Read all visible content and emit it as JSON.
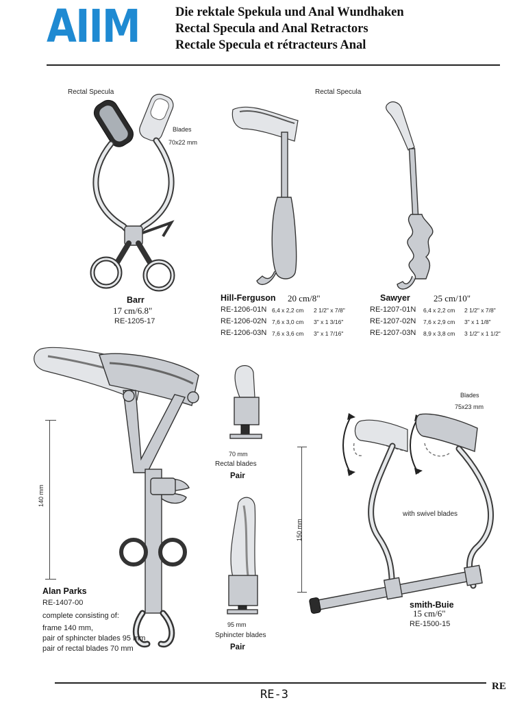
{
  "header": {
    "logo": "AIIM",
    "title_de": "Die rektale Spekula und Anal Wundhaken",
    "title_en": "Rectal Specula and Anal Retractors",
    "title_fr": "Rectale Specula et rétracteurs Anal"
  },
  "barr": {
    "section_label": "Rectal Specula",
    "blades_label": "Blades",
    "blades_dim": "70x22 mm",
    "name": "Barr",
    "size": "17 cm/6.8\"",
    "code": "RE-1205-17"
  },
  "specula_section_label": "Rectal Specula",
  "hill_ferguson": {
    "name": "Hill-Ferguson",
    "size": "20 cm/8\"",
    "rows": [
      {
        "code": "RE-1206-01N",
        "metric": "6,4 x 2,2 cm",
        "inch": "2 1/2\" x 7/8\""
      },
      {
        "code": "RE-1206-02N",
        "metric": "7,6 x 3,0 cm",
        "inch": "3\" x 1 3/16\""
      },
      {
        "code": "RE-1206-03N",
        "metric": "7,6 x 3,6 cm",
        "inch": "3\" x 1 7/16\""
      }
    ]
  },
  "sawyer": {
    "name": "Sawyer",
    "size": "25 cm/10\"",
    "rows": [
      {
        "code": "RE-1207-01N",
        "metric": "6,4 x 2,2 cm",
        "inch": "2 1/2\" x 7/8\""
      },
      {
        "code": "RE-1207-02N",
        "metric": "7,6 x 2,9 cm",
        "inch": "3\" x 1 1/8\""
      },
      {
        "code": "RE-1207-03N",
        "metric": "8,9 x 3,8 cm",
        "inch": "3 1/2\" x 1 1/2\""
      }
    ]
  },
  "alan_parks": {
    "dim_label": "140 mm",
    "name": "Alan Parks",
    "code": "RE-1407-00",
    "desc": [
      "complete consisting of:",
      "frame 140 mm,",
      "pair of sphincter blades 95 mm",
      "pair of rectal blades 70 mm"
    ]
  },
  "rectal_blades": {
    "dim": "70 mm",
    "label": "Rectal blades",
    "pair": "Pair"
  },
  "sphincter_blades": {
    "dim": "95 mm",
    "label": "Sphincter blades",
    "pair": "Pair"
  },
  "smith_buie": {
    "blades_label": "Blades",
    "blades_dim": "75x23 mm",
    "swivel_label": "with swivel blades",
    "dim_label": "150 mm",
    "name": "smith-Buie",
    "size": "15 cm/6\"",
    "code": "RE-1500-15"
  },
  "footer": {
    "page": "RE-3",
    "tag": "RE"
  },
  "colors": {
    "logo": "#1f8ad2",
    "text": "#111111"
  }
}
